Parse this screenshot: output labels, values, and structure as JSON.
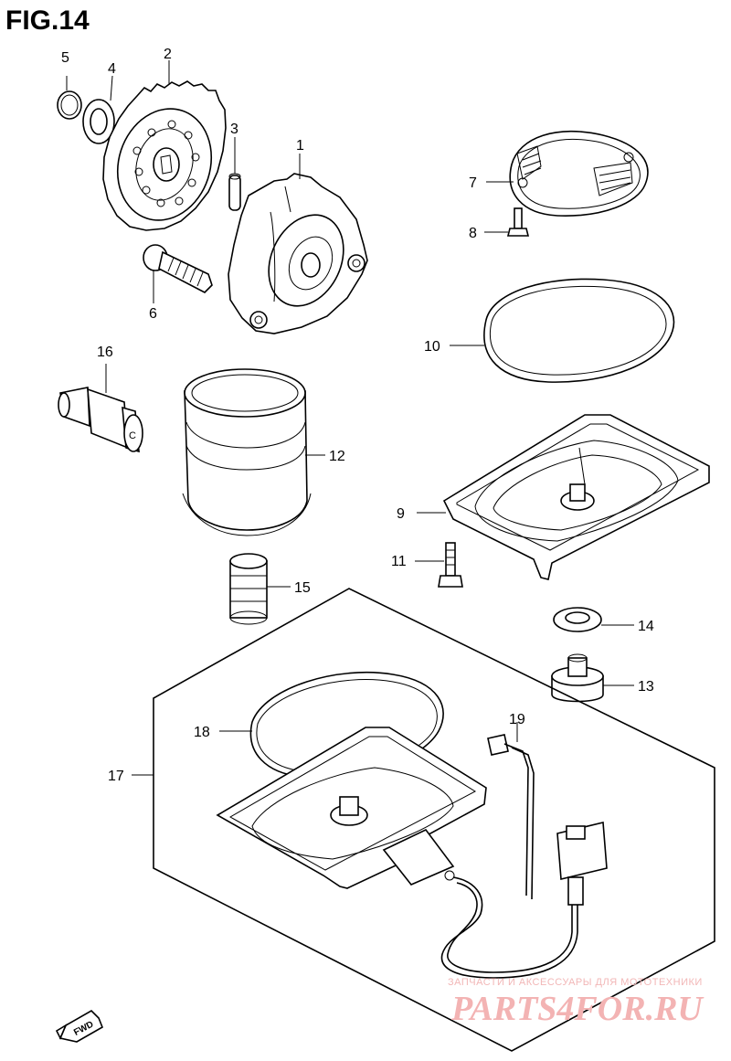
{
  "figure": {
    "title": "FIG.14"
  },
  "callouts": [
    {
      "id": "1",
      "label": "1"
    },
    {
      "id": "2",
      "label": "2"
    },
    {
      "id": "3",
      "label": "3"
    },
    {
      "id": "4",
      "label": "4"
    },
    {
      "id": "5",
      "label": "5"
    },
    {
      "id": "6",
      "label": "6"
    },
    {
      "id": "7",
      "label": "7"
    },
    {
      "id": "8",
      "label": "8"
    },
    {
      "id": "9",
      "label": "9"
    },
    {
      "id": "10",
      "label": "10"
    },
    {
      "id": "11",
      "label": "11"
    },
    {
      "id": "12",
      "label": "12"
    },
    {
      "id": "13",
      "label": "13"
    },
    {
      "id": "14",
      "label": "14"
    },
    {
      "id": "15",
      "label": "15"
    },
    {
      "id": "16",
      "label": "16"
    },
    {
      "id": "17",
      "label": "17"
    },
    {
      "id": "18",
      "label": "18"
    },
    {
      "id": "19",
      "label": "19"
    }
  ],
  "direction_marker": {
    "label": "FWD"
  },
  "watermark": {
    "tagline": "ЗАПЧАСТИ И АКСЕССУАРЫ ДЛЯ МОТОТЕХНИКИ",
    "brand": "PARTS4FOR.RU"
  },
  "colors": {
    "line": "#000000",
    "background": "#ffffff",
    "watermark": "#f3b3b3"
  }
}
